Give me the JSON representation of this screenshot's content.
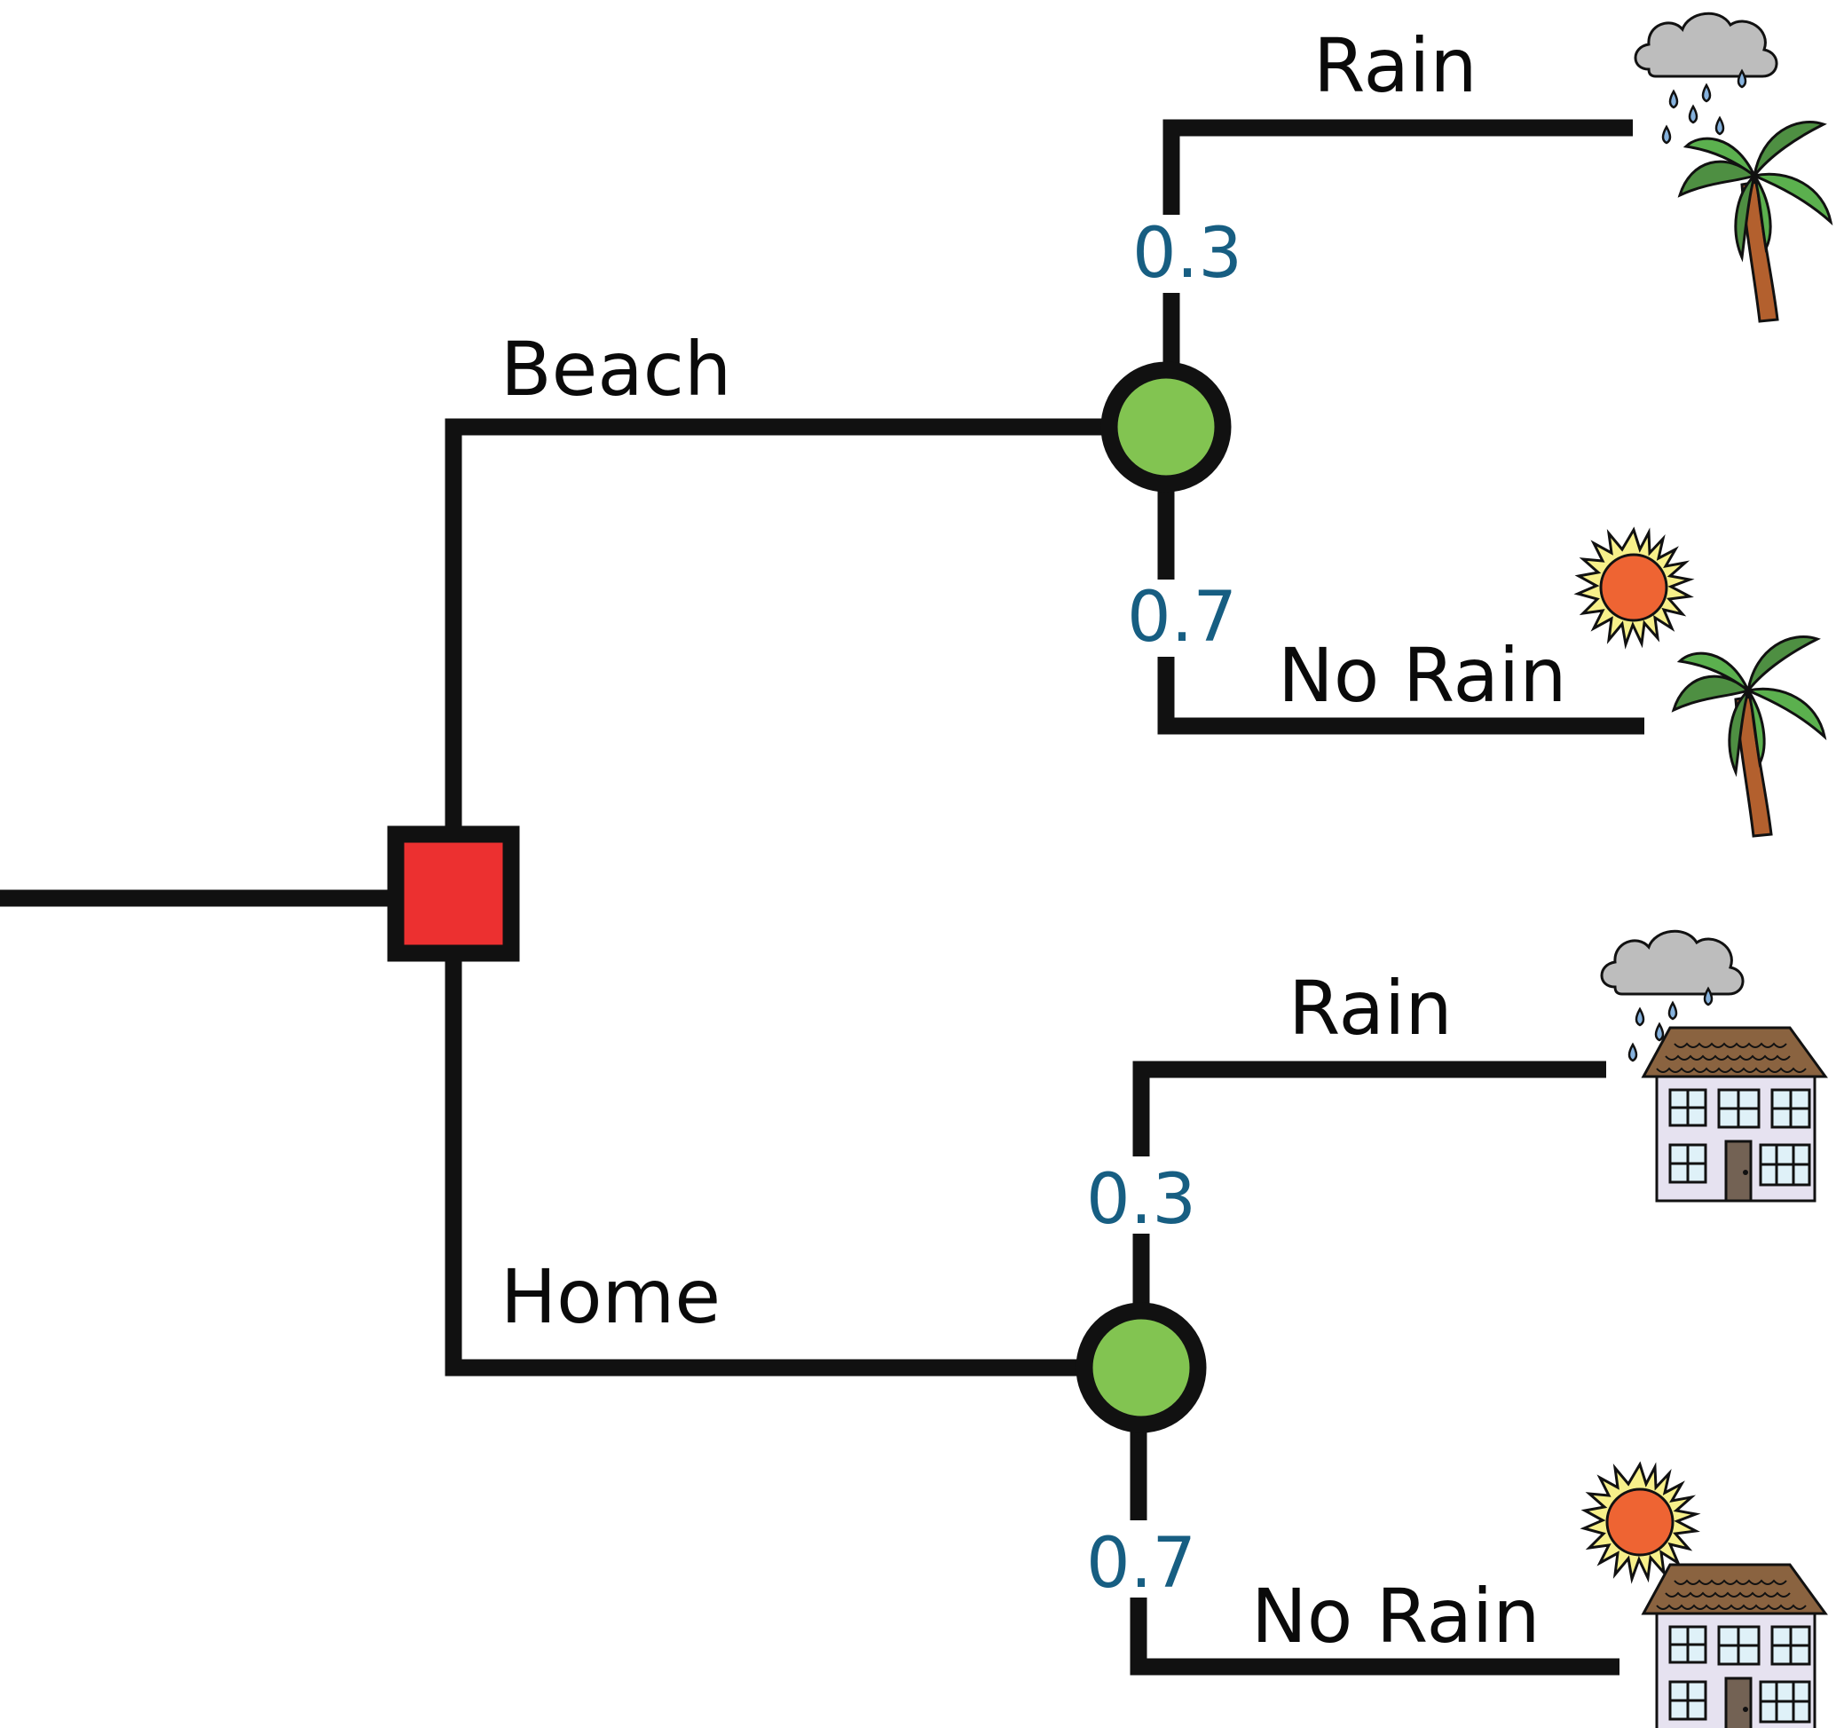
{
  "title": "Decision tree: Beach vs Home with Rain probability",
  "colors": {
    "line": "#111111",
    "decision_node_fill": "#ec3030",
    "chance_node_fill": "#82c451",
    "probability_text": "#175e82",
    "label_text": "#0a0a0a"
  },
  "decision_node": {
    "type": "decision",
    "options": [
      {
        "label": "Beach",
        "chance_node": {
          "type": "chance",
          "outcomes": [
            {
              "label": "Rain",
              "probability": "0.3",
              "icon": "rain-palm-tree-icon"
            },
            {
              "label": "No Rain",
              "probability": "0.7",
              "icon": "sun-palm-tree-icon"
            }
          ]
        }
      },
      {
        "label": "Home",
        "chance_node": {
          "type": "chance",
          "outcomes": [
            {
              "label": "Rain",
              "probability": "0.3",
              "icon": "rain-house-icon"
            },
            {
              "label": "No Rain",
              "probability": "0.7",
              "icon": "sun-house-icon"
            }
          ]
        }
      }
    ]
  }
}
